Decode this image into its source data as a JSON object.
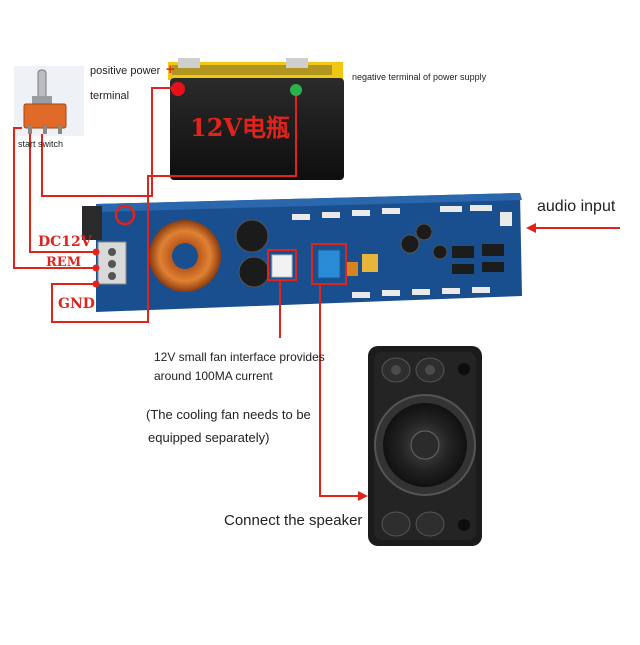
{
  "labels": {
    "positive_power": "positive power",
    "plus_sign": "+",
    "terminal": "terminal",
    "start_switch": "start switch",
    "negative_terminal": "negative terminal of power supply",
    "battery_label": "12V电瓶",
    "audio_input": "audio input",
    "dc12v": "DC12V",
    "rem": "REM",
    "gnd": "GND",
    "fan_line1": "12V small fan interface provides",
    "fan_line2": "around 100MA current",
    "cooling_line1": "(The cooling fan needs to be",
    "cooling_line2": "equipped separately)",
    "connect_speaker": "Connect the speaker"
  },
  "colors": {
    "wire": "#e0241b",
    "pcb": "#1a4f8f",
    "battery": "#1d1d1d",
    "battery_top": "#f0c814",
    "positive_terminal": "#e3121b",
    "negative_terminal": "#29b34a",
    "speaker_cabinet": "#1b1b1b"
  }
}
